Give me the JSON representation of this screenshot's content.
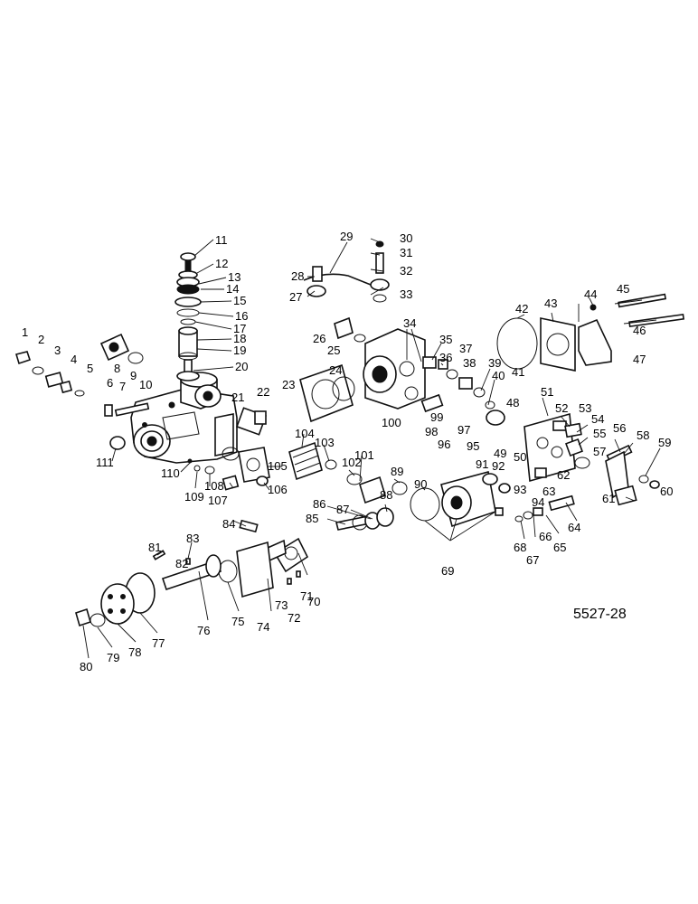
{
  "diagram": {
    "reference_number": "5527-28",
    "callouts": [
      "1",
      "2",
      "3",
      "4",
      "5",
      "6",
      "7",
      "8",
      "9",
      "10",
      "11",
      "12",
      "13",
      "14",
      "15",
      "16",
      "17",
      "18",
      "19",
      "20",
      "21",
      "22",
      "23",
      "24",
      "25",
      "26",
      "27",
      "28",
      "29",
      "30",
      "31",
      "32",
      "33",
      "34",
      "35",
      "36",
      "37",
      "38",
      "39",
      "40",
      "41",
      "42",
      "43",
      "44",
      "45",
      "46",
      "47",
      "48",
      "49",
      "50",
      "51",
      "52",
      "53",
      "54",
      "55",
      "56",
      "57",
      "58",
      "59",
      "60",
      "61",
      "62",
      "63",
      "64",
      "65",
      "66",
      "67",
      "68",
      "69",
      "70",
      "71",
      "72",
      "73",
      "74",
      "75",
      "76",
      "77",
      "78",
      "79",
      "80",
      "81",
      "82",
      "83",
      "84",
      "85",
      "86",
      "87",
      "88",
      "89",
      "90",
      "91",
      "92",
      "93",
      "94",
      "95",
      "96",
      "97",
      "98",
      "99",
      "100",
      "101",
      "102",
      "103",
      "104",
      "105",
      "106",
      "107",
      "108",
      "109",
      "110",
      "111"
    ]
  }
}
